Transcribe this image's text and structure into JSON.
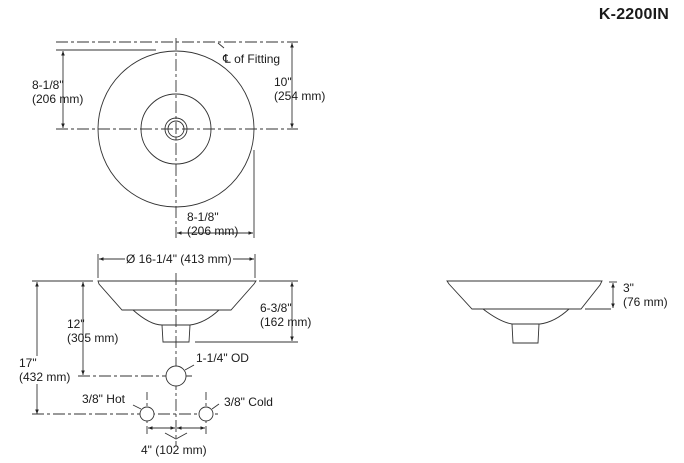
{
  "title": "K-2200IN",
  "top_view": {
    "centerline_label_symbol": "℄",
    "centerline_label_text": "of Fitting",
    "dim_left": {
      "imperial": "8-1/8\"",
      "metric": "(206 mm)"
    },
    "dim_right": {
      "imperial": "10\"",
      "metric": "(254 mm)"
    },
    "dim_bottom": {
      "imperial": "8-1/8\"",
      "metric": "(206 mm)"
    }
  },
  "front_view": {
    "diameter": "Ø 16-1/4\" (413 mm)",
    "height": {
      "imperial": "6-3/8\"",
      "metric": "(162 mm)"
    },
    "drain_height": {
      "imperial": "12\"",
      "metric": "(305 mm)"
    },
    "supply_height": {
      "imperial": "17\"",
      "metric": "(432 mm)"
    },
    "drain_label": "1-1/4\" OD",
    "hot_label": "3/8\" Hot",
    "cold_label": "3/8\" Cold",
    "supply_spacing": "4\" (102 mm)"
  },
  "side_view": {
    "rim_height": {
      "imperial": "3\"",
      "metric": "(76 mm)"
    }
  }
}
